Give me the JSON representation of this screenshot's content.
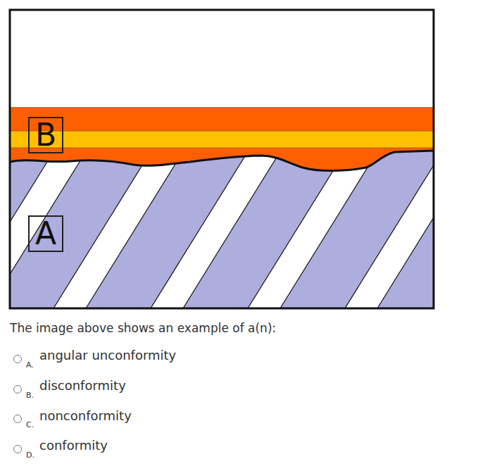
{
  "diagram": {
    "nodes": [
      {
        "text": [
          "B"
        ]
      },
      {
        "text": [
          "A"
        ]
      }
    ],
    "labels": [
      "The image above shows an example of a(n):",
      "A.",
      "angular unconformity",
      "B.",
      "disconformity",
      "C.",
      "nonconformity",
      "D.",
      "conformity"
    ]
  }
}
